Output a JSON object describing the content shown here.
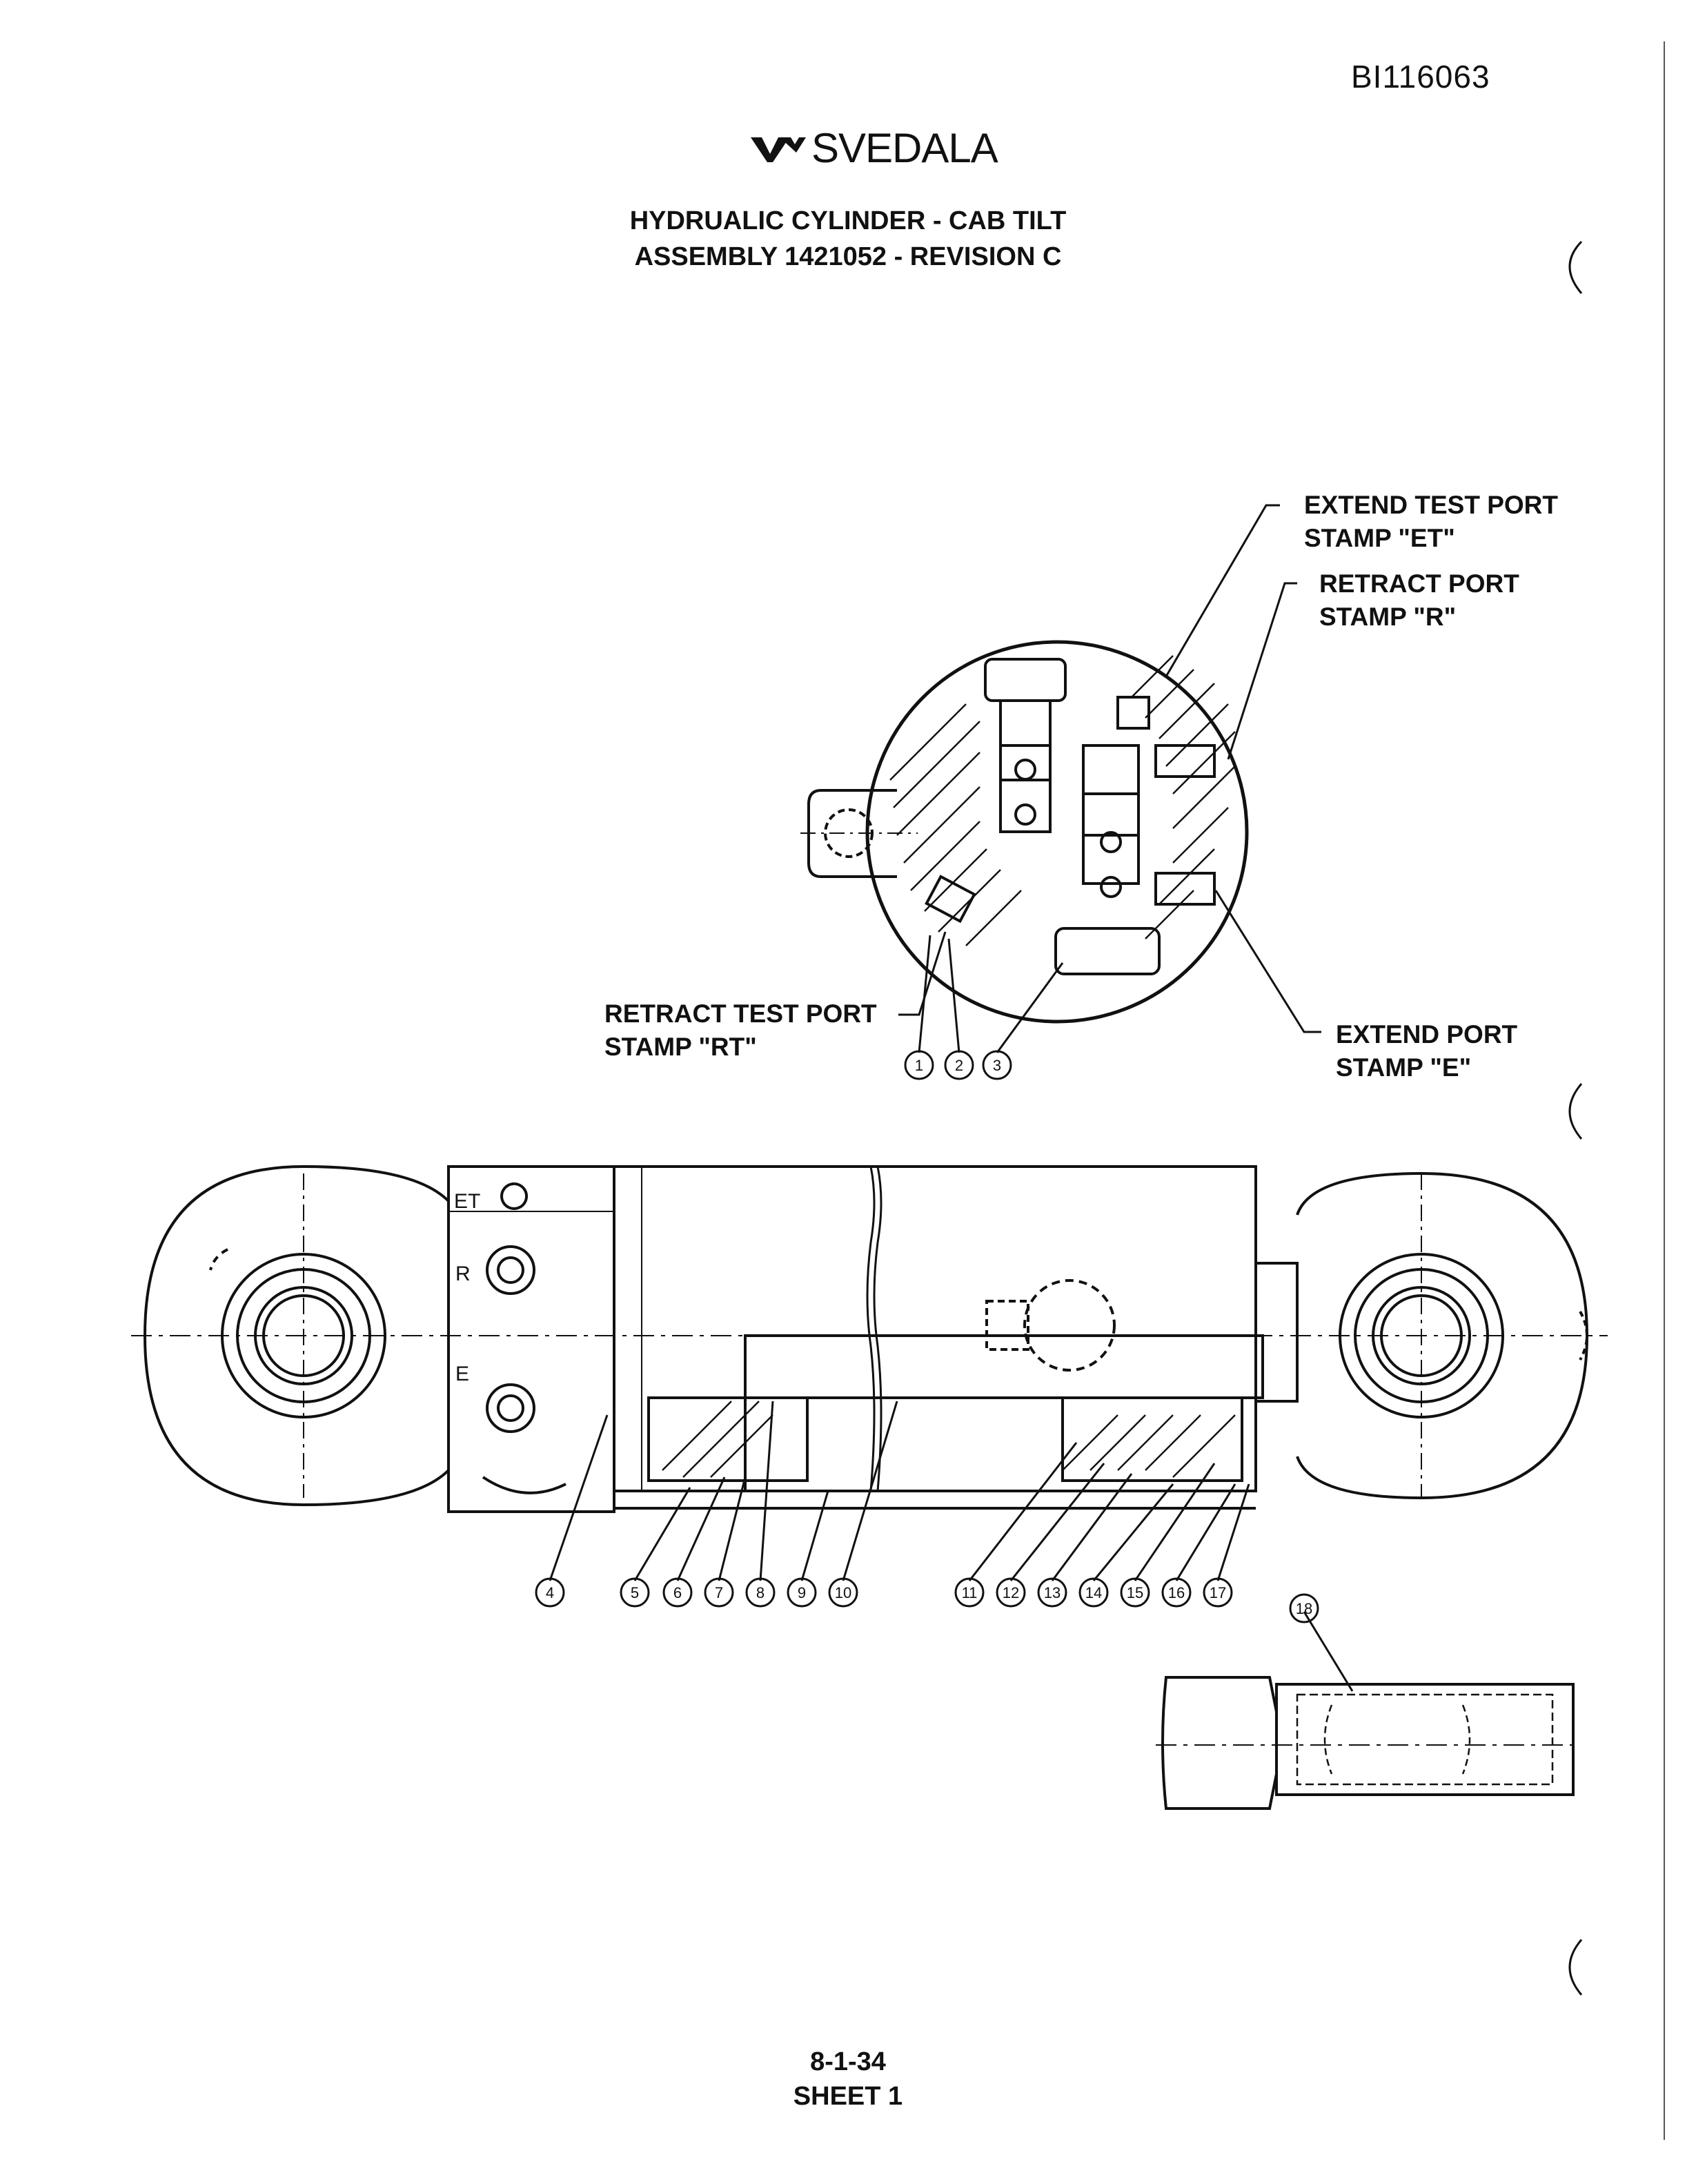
{
  "header": {
    "doc_number": "BI116063",
    "brand": "SVEDALA",
    "title_line1": "HYDRUALIC CYLINDER - CAB TILT",
    "title_line2": "ASSEMBLY 1421052 - REVISION C"
  },
  "callouts": {
    "extend_test_port": "EXTEND TEST PORT\nSTAMP \"ET\"",
    "retract_port": "RETRACT PORT\nSTAMP \"R\"",
    "retract_test_port": "RETRACT TEST PORT\nSTAMP \"RT\"",
    "extend_port": "EXTEND PORT\nSTAMP \"E\""
  },
  "port_labels": {
    "et": "ET",
    "r": "R",
    "e": "E"
  },
  "balloons": [
    "1",
    "2",
    "3",
    "4",
    "5",
    "6",
    "7",
    "8",
    "9",
    "10",
    "11",
    "12",
    "13",
    "14",
    "15",
    "16",
    "17",
    "18"
  ],
  "footer": {
    "page": "8-1-34",
    "sheet": "SHEET 1"
  }
}
